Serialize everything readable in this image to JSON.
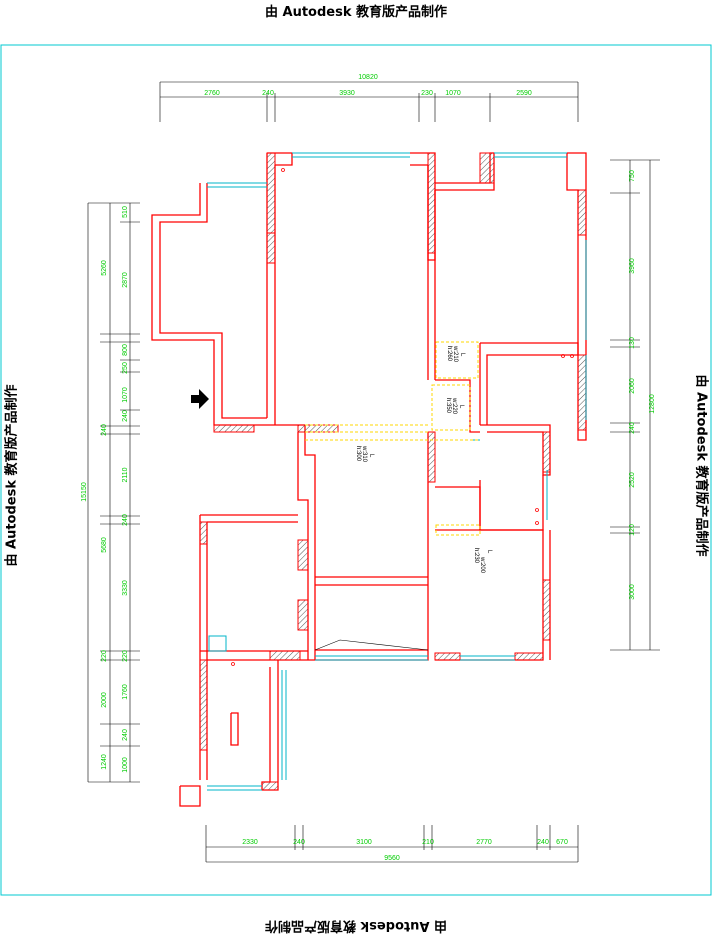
{
  "watermark": {
    "top": "由 Autodesk 教育版产品制作",
    "bottom": "由 Autodesk 教育版产品制作",
    "left": "由 Autodesk 教育版产品制作",
    "right": "由 Autodesk 教育版产品制作"
  },
  "dims_top": {
    "total": "10820",
    "seg": [
      "2760",
      "240",
      "3930",
      "230",
      "1070",
      "2590"
    ]
  },
  "dims_bottom": {
    "total": "9560",
    "seg": [
      "2330",
      "240",
      "3100",
      "210",
      "2770",
      "240",
      "670"
    ]
  },
  "dims_left": {
    "total": "15150",
    "outer": [
      "5260",
      "240",
      "5680",
      "220",
      "2000",
      "1240"
    ],
    "inner": [
      "510",
      "2870",
      "800",
      "250",
      "1070",
      "240",
      "2110",
      "240",
      "3330",
      "220",
      "1760",
      "240",
      "1000"
    ]
  },
  "dims_right": {
    "total": "12800",
    "seg": [
      "750",
      "3960",
      "130",
      "2060",
      "240",
      "2520",
      "120",
      "3000"
    ]
  },
  "labels": [
    {
      "l": "L",
      "w": "w:210",
      "h": "h:260"
    },
    {
      "l": "L",
      "w": "w:220",
      "h": "h:350"
    },
    {
      "l": "L",
      "w": "w:310",
      "h": "h:300"
    },
    {
      "l": "L",
      "w": "w:200",
      "h": "h:230"
    }
  ],
  "colors": {
    "wall": "#ff0000",
    "window": "#00b4c8",
    "border": "#00c8d2",
    "dim_text": "#00cc00",
    "opening": "#ffd700"
  }
}
